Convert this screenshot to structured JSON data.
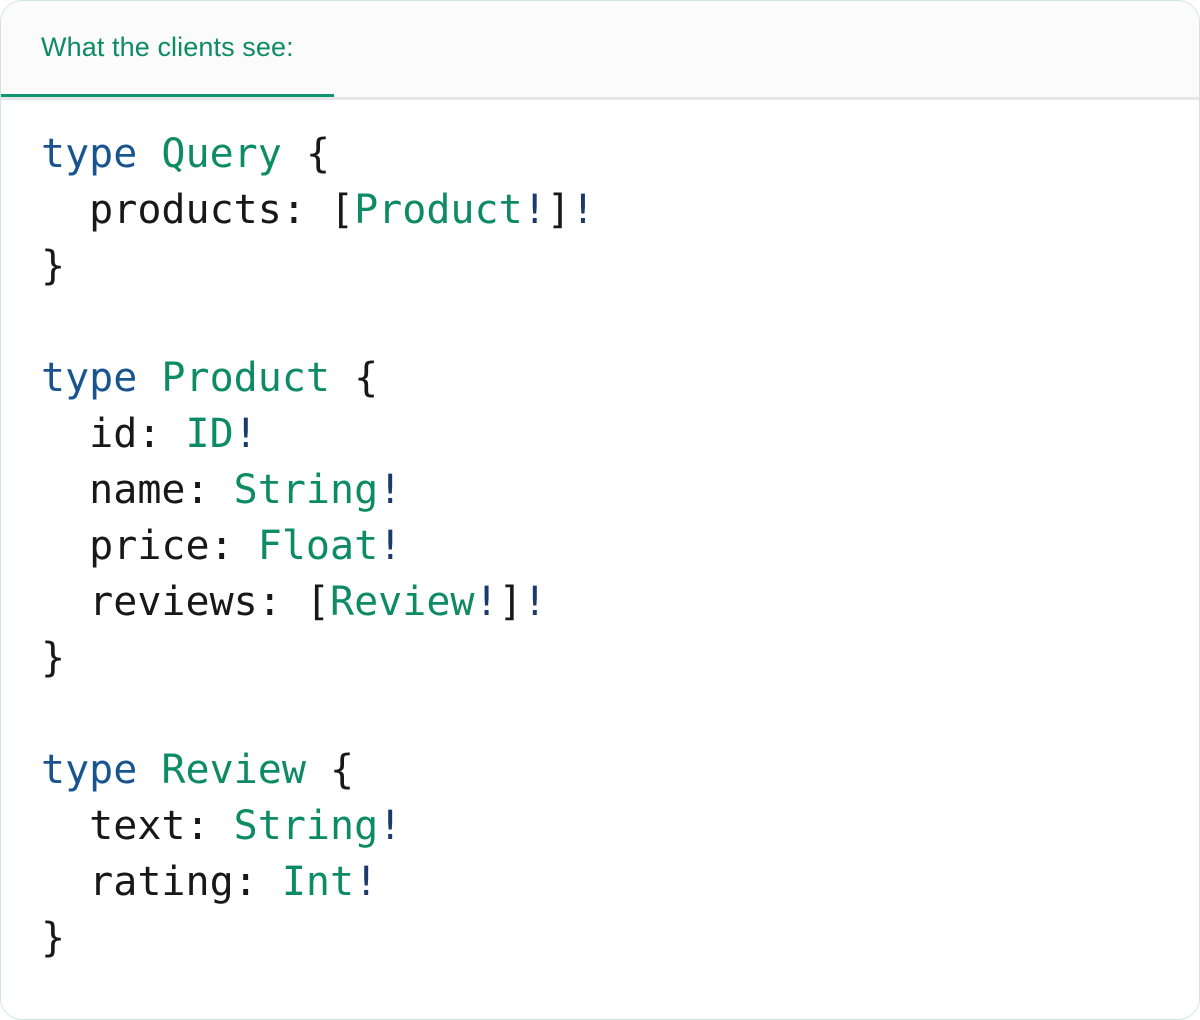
{
  "card": {
    "border_color": "#cfe7da",
    "background": "#ffffff"
  },
  "tabs": {
    "active_index": 0,
    "accent_color": "#0d8b63",
    "underline_color": "#119573",
    "items": [
      {
        "label": "What the clients see:"
      }
    ]
  },
  "code": {
    "language": "graphql",
    "font": "monospace",
    "colors": {
      "keyword": "#1a5490",
      "type": "#0d8b63",
      "field": "#18181b",
      "punctuation": "#18181b",
      "non_null_bang": "#1b3a6b"
    },
    "raw": "type Query {\n  products: [Product!]!\n}\n\ntype Product {\n  id: ID!\n  name: String!\n  price: Float!\n  reviews: [Review!]!\n}\n\ntype Review {\n  text: String!\n  rating: Int!\n}",
    "lines": [
      {
        "indent": 0,
        "tokens": [
          {
            "t": "type",
            "k": "kw"
          },
          {
            "t": " ",
            "k": "plain"
          },
          {
            "t": "Query",
            "k": "type"
          },
          {
            "t": " ",
            "k": "plain"
          },
          {
            "t": "{",
            "k": "punc"
          }
        ]
      },
      {
        "indent": 2,
        "tokens": [
          {
            "t": "products",
            "k": "name"
          },
          {
            "t": ": ",
            "k": "punc"
          },
          {
            "t": "[",
            "k": "punc"
          },
          {
            "t": "Product",
            "k": "type"
          },
          {
            "t": "!",
            "k": "bang"
          },
          {
            "t": "]",
            "k": "punc"
          },
          {
            "t": "!",
            "k": "bang"
          }
        ]
      },
      {
        "indent": 0,
        "tokens": [
          {
            "t": "}",
            "k": "punc"
          }
        ]
      },
      {
        "indent": 0,
        "tokens": []
      },
      {
        "indent": 0,
        "tokens": [
          {
            "t": "type",
            "k": "kw"
          },
          {
            "t": " ",
            "k": "plain"
          },
          {
            "t": "Product",
            "k": "type"
          },
          {
            "t": " ",
            "k": "plain"
          },
          {
            "t": "{",
            "k": "punc"
          }
        ]
      },
      {
        "indent": 2,
        "tokens": [
          {
            "t": "id",
            "k": "name"
          },
          {
            "t": ": ",
            "k": "punc"
          },
          {
            "t": "ID",
            "k": "type"
          },
          {
            "t": "!",
            "k": "bang"
          }
        ]
      },
      {
        "indent": 2,
        "tokens": [
          {
            "t": "name",
            "k": "name"
          },
          {
            "t": ": ",
            "k": "punc"
          },
          {
            "t": "String",
            "k": "type"
          },
          {
            "t": "!",
            "k": "bang"
          }
        ]
      },
      {
        "indent": 2,
        "tokens": [
          {
            "t": "price",
            "k": "name"
          },
          {
            "t": ": ",
            "k": "punc"
          },
          {
            "t": "Float",
            "k": "type"
          },
          {
            "t": "!",
            "k": "bang"
          }
        ]
      },
      {
        "indent": 2,
        "tokens": [
          {
            "t": "reviews",
            "k": "name"
          },
          {
            "t": ": ",
            "k": "punc"
          },
          {
            "t": "[",
            "k": "punc"
          },
          {
            "t": "Review",
            "k": "type"
          },
          {
            "t": "!",
            "k": "bang"
          },
          {
            "t": "]",
            "k": "punc"
          },
          {
            "t": "!",
            "k": "bang"
          }
        ]
      },
      {
        "indent": 0,
        "tokens": [
          {
            "t": "}",
            "k": "punc"
          }
        ]
      },
      {
        "indent": 0,
        "tokens": []
      },
      {
        "indent": 0,
        "tokens": [
          {
            "t": "type",
            "k": "kw"
          },
          {
            "t": " ",
            "k": "plain"
          },
          {
            "t": "Review",
            "k": "type"
          },
          {
            "t": " ",
            "k": "plain"
          },
          {
            "t": "{",
            "k": "punc"
          }
        ]
      },
      {
        "indent": 2,
        "tokens": [
          {
            "t": "text",
            "k": "name"
          },
          {
            "t": ": ",
            "k": "punc"
          },
          {
            "t": "String",
            "k": "type"
          },
          {
            "t": "!",
            "k": "bang"
          }
        ]
      },
      {
        "indent": 2,
        "tokens": [
          {
            "t": "rating",
            "k": "name"
          },
          {
            "t": ": ",
            "k": "punc"
          },
          {
            "t": "Int",
            "k": "type"
          },
          {
            "t": "!",
            "k": "bang"
          }
        ]
      },
      {
        "indent": 0,
        "tokens": [
          {
            "t": "}",
            "k": "punc"
          }
        ]
      }
    ]
  }
}
